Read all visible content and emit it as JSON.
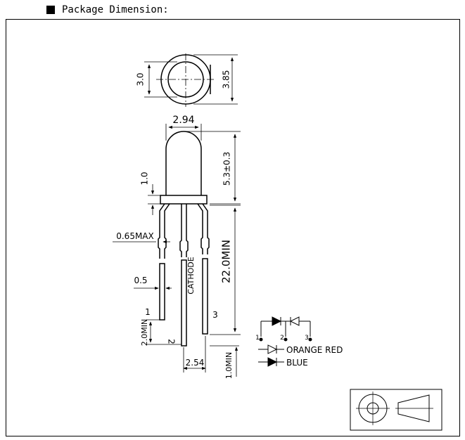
{
  "header": {
    "title": "Package Dimension:"
  },
  "dims": {
    "top_height": "3.0",
    "top_outer": "3.85",
    "lens_width": "2.94",
    "flange": "1.0",
    "body_height": "5.3±0.3",
    "lead_width_max": "0.65MAX",
    "lead_width": "0.5",
    "lead_length": "22.0MIN",
    "cathode": "CATHODE",
    "bend_min": "2.0MIN",
    "pitch": "2.54",
    "tip_min": "1.0MIN"
  },
  "pins": {
    "p1": "1",
    "p2": "2",
    "p3": "3"
  },
  "legend": {
    "orange_red": "ORANGE RED",
    "blue": "BLUE",
    "n1": "1",
    "n2": "2",
    "n3": "3"
  }
}
